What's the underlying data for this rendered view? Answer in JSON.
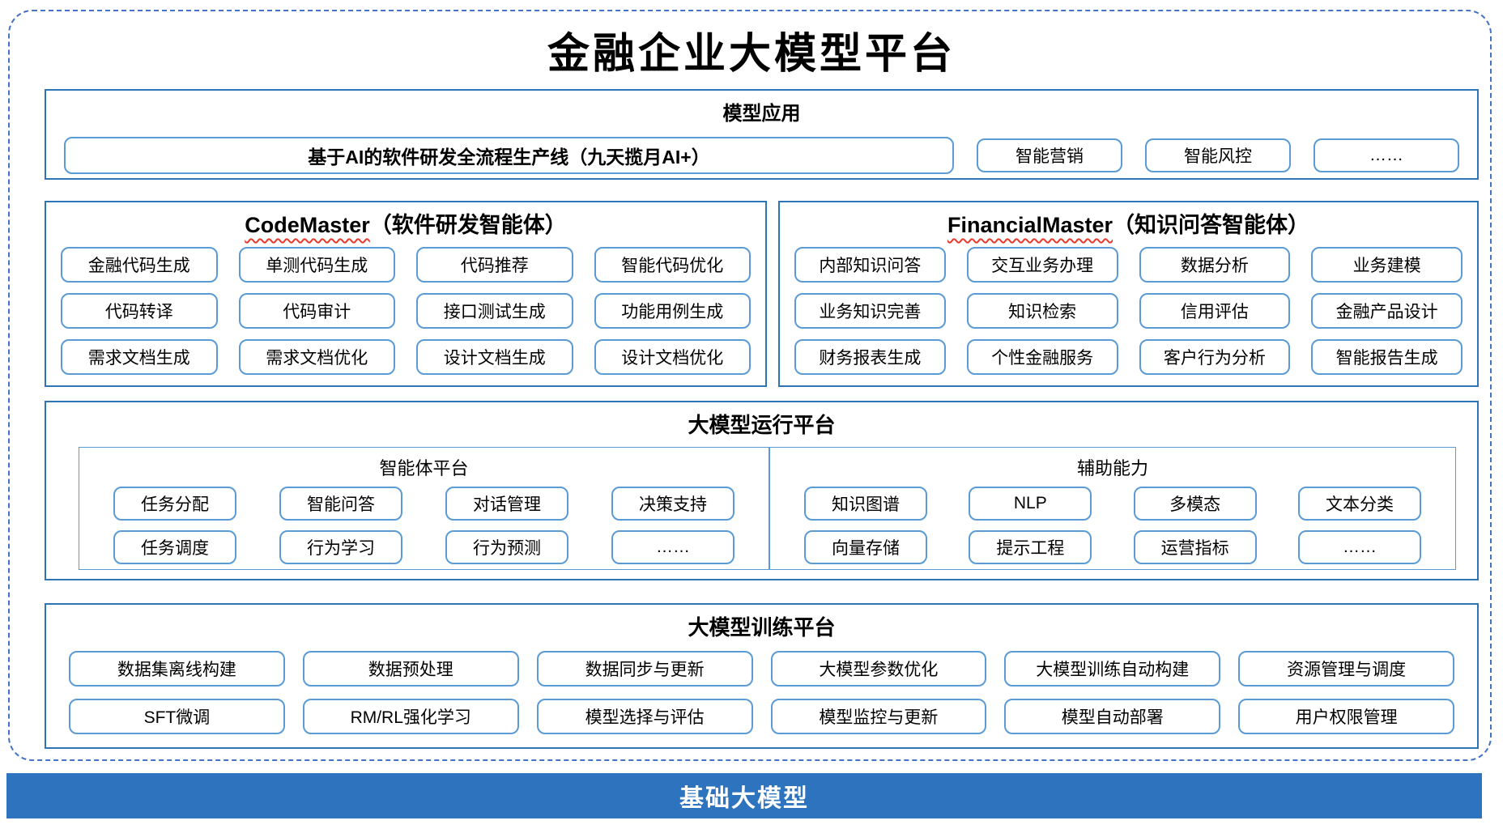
{
  "colors": {
    "section-border": "#2E75B6",
    "pill-border": "#5B9BD5",
    "dashed-border": "#4472C4",
    "foundation-bg": "#2E73BD",
    "squiggle": "#E8392B",
    "text": "#000000",
    "foundation-text": "#FFFFFF"
  },
  "title": "金融企业大模型平台",
  "model_app": {
    "header": "模型应用",
    "main_pill": "基于AI的软件研发全流程生产线（九天揽月AI+）",
    "pills": [
      "智能营销",
      "智能风控",
      "……"
    ]
  },
  "code_master": {
    "name": "CodeMaster",
    "subtitle": "（软件研发智能体）",
    "items": [
      "金融代码生成",
      "单测代码生成",
      "代码推荐",
      "智能代码优化",
      "代码转译",
      "代码审计",
      "接口测试生成",
      "功能用例生成",
      "需求文档生成",
      "需求文档优化",
      "设计文档生成",
      "设计文档优化"
    ]
  },
  "financial_master": {
    "name": "FinancialMaster",
    "subtitle": "（知识问答智能体）",
    "items": [
      "内部知识问答",
      "交互业务办理",
      "数据分析",
      "业务建模",
      "业务知识完善",
      "知识检索",
      "信用评估",
      "金融产品设计",
      "财务报表生成",
      "个性金融服务",
      "客户行为分析",
      "智能报告生成"
    ]
  },
  "runtime": {
    "header": "大模型运行平台",
    "agent_platform": {
      "header": "智能体平台",
      "items": [
        "任务分配",
        "智能问答",
        "对话管理",
        "决策支持",
        "任务调度",
        "行为学习",
        "行为预测",
        "……"
      ]
    },
    "aux_ability": {
      "header": "辅助能力",
      "items": [
        "知识图谱",
        "NLP",
        "多模态",
        "文本分类",
        "向量存储",
        "提示工程",
        "运营指标",
        "……"
      ]
    }
  },
  "training": {
    "header": "大模型训练平台",
    "items": [
      "数据集离线构建",
      "数据预处理",
      "数据同步与更新",
      "大模型参数优化",
      "大模型训练自动构建",
      "资源管理与调度",
      "SFT微调",
      "RM/RL强化学习",
      "模型选择与评估",
      "模型监控与更新",
      "模型自动部署",
      "用户权限管理"
    ]
  },
  "foundation": {
    "label": "基础大模型"
  }
}
